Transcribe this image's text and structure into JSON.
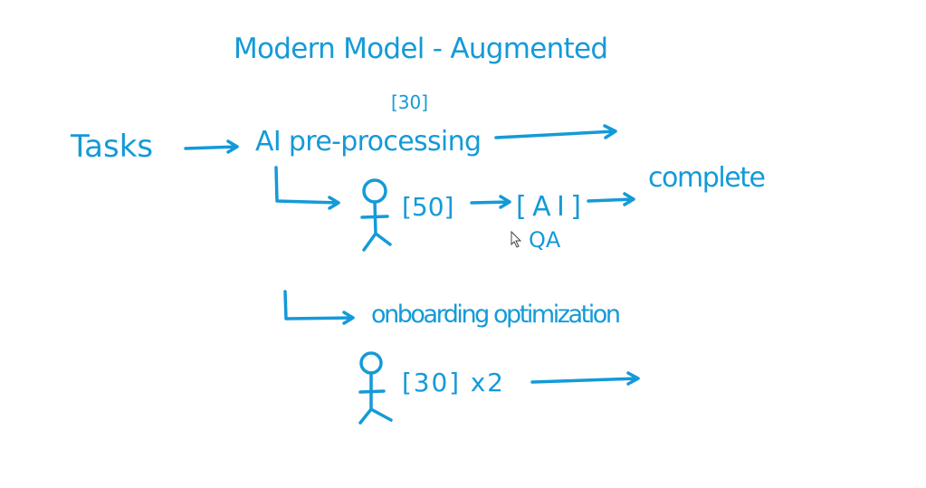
{
  "title": "Modern Model - Augmented",
  "preprocessing_count": "[30]",
  "tasks_label": "Tasks",
  "preprocessing_label": "AI pre-processing",
  "worker_count": "[50]",
  "ai_box": "[AI]",
  "qa_label": "QA",
  "complete_label": "complete",
  "onboarding_label": "onboarding optimization",
  "onboarding_count": "[30] x2",
  "colors": {
    "ink": "#149ad8"
  }
}
